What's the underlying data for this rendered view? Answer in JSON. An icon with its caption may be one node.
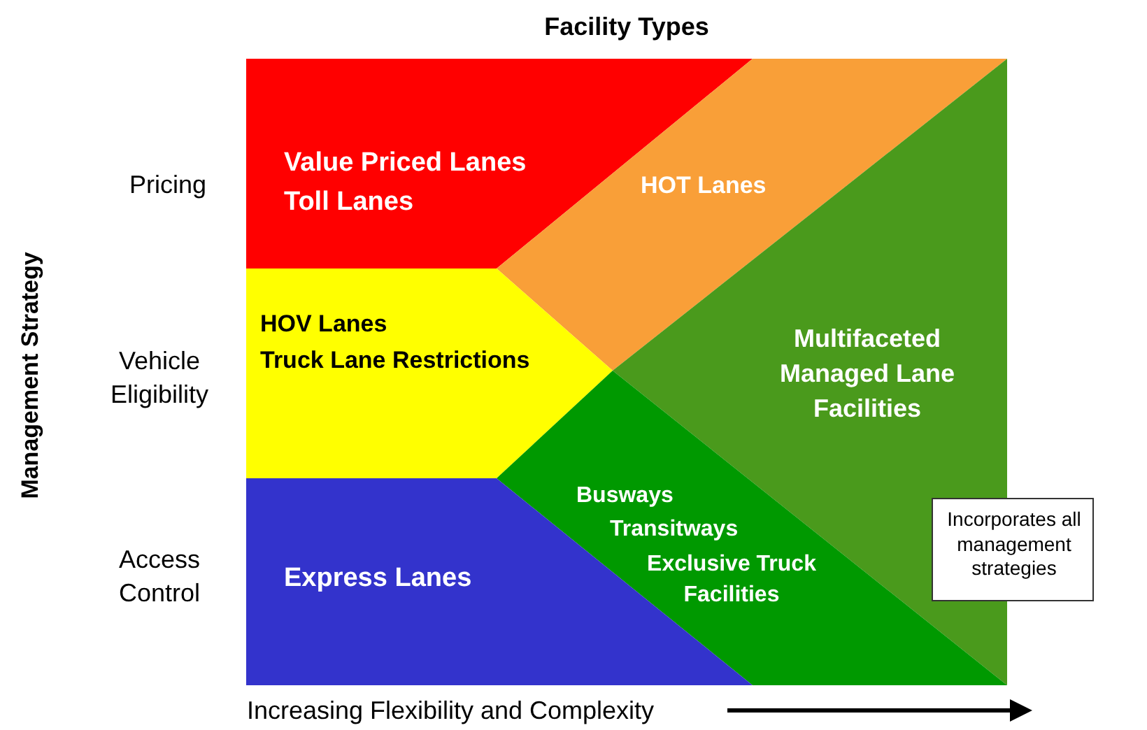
{
  "diagram": {
    "title": "Facility Types",
    "nodes": [
      {
        "text": [
          "Value Priced Lanes",
          "Toll Lanes"
        ]
      },
      {
        "text": [
          "HOT Lanes"
        ]
      },
      {
        "text": [
          "HOV Lanes",
          "Truck Lane Restrictions"
        ]
      },
      {
        "text": [
          "Multifaceted Managed Lane Facilities"
        ]
      },
      {
        "text": [
          "Busways",
          "Transitways",
          "Exclusive Truck Facilities"
        ]
      },
      {
        "text": [
          "Express Lanes"
        ]
      },
      {
        "text": [
          "Incorporates all management strategies"
        ]
      }
    ],
    "labels": [
      "Management Strategy",
      "Pricing",
      "Vehicle Eligibility",
      "Access Control",
      "Increasing Flexibility and Complexity"
    ]
  }
}
